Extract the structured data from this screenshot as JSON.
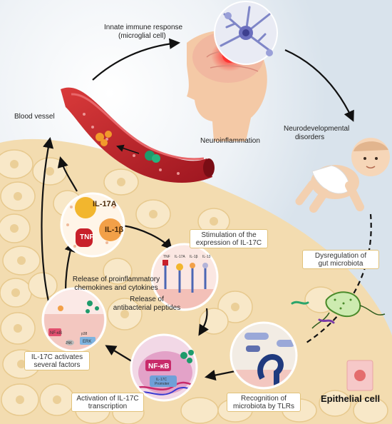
{
  "labels": {
    "innate_immune_line1": "Innate immune response",
    "innate_immune_line2": "(microglial cell)",
    "blood_vessel": "Blood vessel",
    "neuroinflammation": "Neuroinflammation",
    "neurodevelopmental_line1": "Neurodevelopmental",
    "neurodevelopmental_line2": "disorders",
    "stimulation_line1": "Stimulation of the",
    "stimulation_line2": "expression of IL-17C",
    "dysregulation_line1": "Dysregulation of",
    "dysregulation_line2": "gut microbiota",
    "release_pro_line1": "Release of proinflammatory",
    "release_pro_line2": "chemokines and cytokines",
    "release_anti_line1": "Release of",
    "release_anti_line2": "antibacterial peptides",
    "il17c_activates_line1": "IL-17C activates",
    "il17c_activates_line2": "several factors",
    "activation_line1": "Activation of IL-17C",
    "activation_line2": "transcription",
    "recognition_line1": "Recognition of",
    "recognition_line2": "microbiota by TLRs",
    "epithelial_cell": "Epithelial cell"
  },
  "cytokines": {
    "il17a": "IL-17A",
    "il1b": "IL-1β",
    "tnf": "TNF"
  },
  "receptors": {
    "tnf": "TNF",
    "il17a": "IL-17A",
    "il1b": "IL-1β",
    "il13": "IL-13"
  },
  "signaling": {
    "nfkb": "NF-κB",
    "erk": "ERK",
    "p38": "p38",
    "jnk": "JNK"
  },
  "transcription": {
    "nfkb": "NF-κB",
    "promoter_line1": "IL-17C",
    "promoter_line2": "Promoter"
  },
  "colors": {
    "vessel": "#c8202a",
    "tissue": "#f4dfb6",
    "arrow": "#111111",
    "box_border": "#e1c27a"
  }
}
